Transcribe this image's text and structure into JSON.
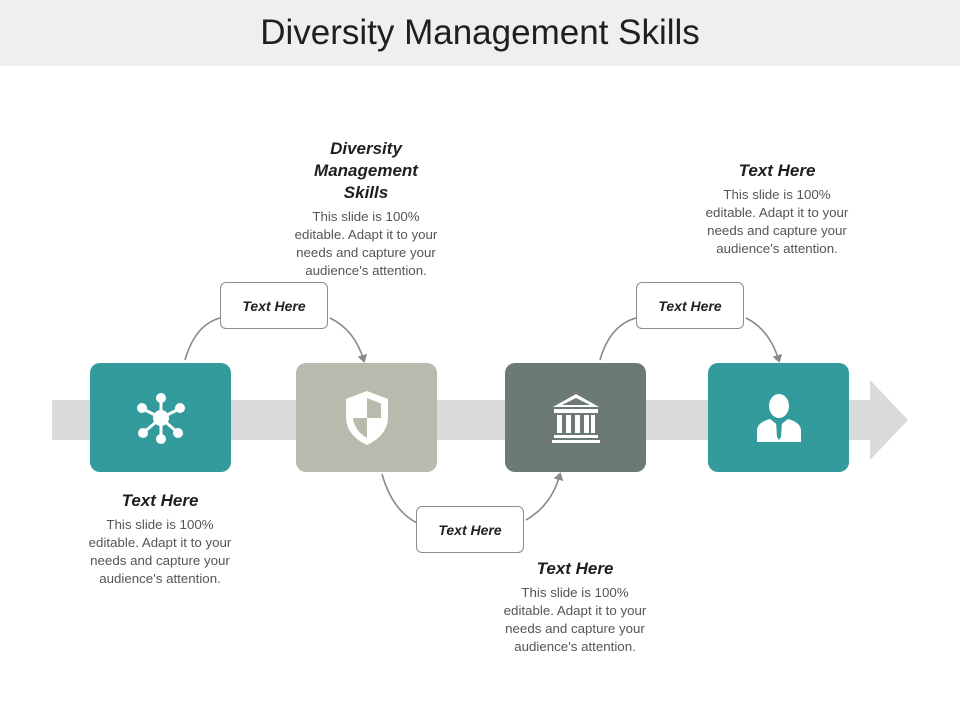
{
  "slide": {
    "title": "Diversity Management Skills"
  },
  "colors": {
    "teal": "#339b9b",
    "beige_gray": "#b9b9ad",
    "slate": "#6c7a74",
    "arrow": "#dadada",
    "title_bar": "#efefef"
  },
  "tiles": [
    {
      "icon": "network-icon",
      "color": "#339b9b"
    },
    {
      "icon": "shield-icon",
      "color": "#b9b9ad"
    },
    {
      "icon": "bank-building-icon",
      "color": "#6c7a74"
    },
    {
      "icon": "user-icon",
      "color": "#339b9b"
    }
  ],
  "labels": [
    {
      "text": "Text Here"
    },
    {
      "text": "Text Here"
    },
    {
      "text": "Text Here"
    }
  ],
  "blocks": [
    {
      "heading": "Diversity Management Skills",
      "body": "This slide is 100% editable. Adapt it to your needs and capture your audience's attention."
    },
    {
      "heading": "Text Here",
      "body": "This slide is 100% editable. Adapt it to your needs and capture your audience's attention."
    },
    {
      "heading": "Text Here",
      "body": "This slide is 100% editable. Adapt it to your needs and capture your audience's attention."
    },
    {
      "heading": "Text Here",
      "body": "This slide is 100% editable. Adapt it to your needs and capture your audience's attention."
    }
  ]
}
